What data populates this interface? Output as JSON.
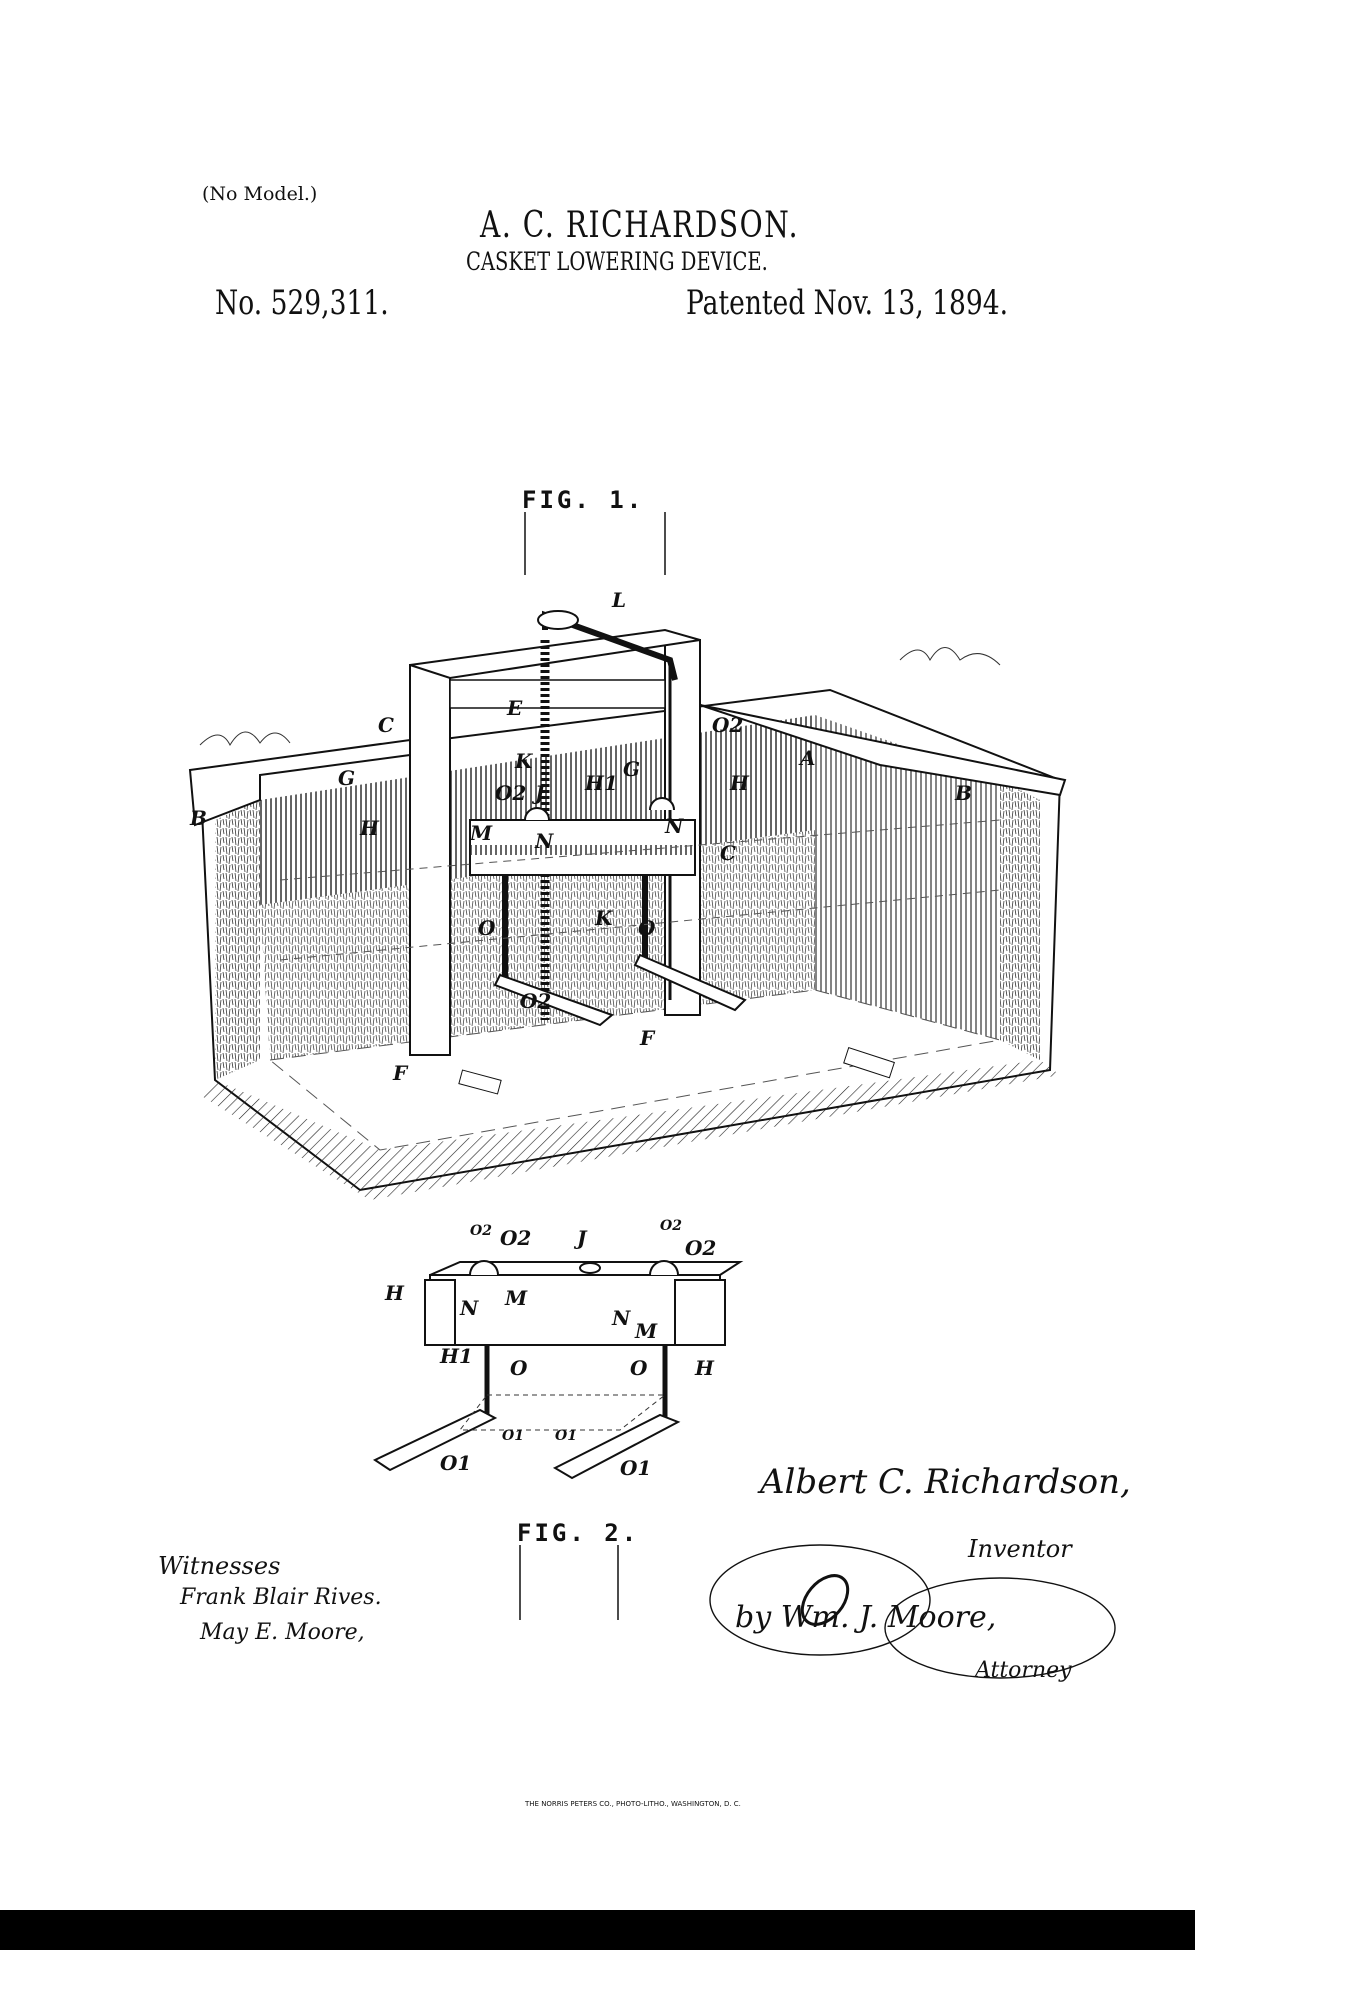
{
  "header": {
    "model_note": "(No Model.)",
    "inventor_name": "A. C. RICHARDSON.",
    "title": "CASKET LOWERING DEVICE.",
    "patent_number": "No. 529,311.",
    "patent_date": "Patented Nov. 13, 1894."
  },
  "fig1": {
    "caption": "FIG. 1.",
    "labels": [
      "L",
      "E",
      "C",
      "B",
      "B",
      "A",
      "K",
      "G",
      "H",
      "H",
      "O2",
      "O2",
      "J",
      "H1",
      "G",
      "M",
      "N",
      "N",
      "C",
      "O",
      "O2",
      "K",
      "O",
      "F",
      "F"
    ]
  },
  "fig2": {
    "caption": "FIG. 2.",
    "labels": [
      "O2",
      "O2",
      "J",
      "O2",
      "O2",
      "H",
      "M",
      "N",
      "N",
      "M",
      "H1",
      "O",
      "O",
      "H",
      "O1",
      "O1",
      "O1",
      "O1"
    ]
  },
  "signatures": {
    "inventor_signature": "Albert C. Richardson,",
    "inventor_label": "Inventor",
    "witnesses_label": "Witnesses",
    "witness_1": "Frank Blair Rives.",
    "witness_2": "May E. Moore,",
    "attorney_signature": "by Wm. J. Moore,",
    "attorney_label": "Attorney"
  },
  "footer": {
    "printer": "THE NORRIS PETERS CO., PHOTO-LITHO., WASHINGTON, D. C."
  }
}
